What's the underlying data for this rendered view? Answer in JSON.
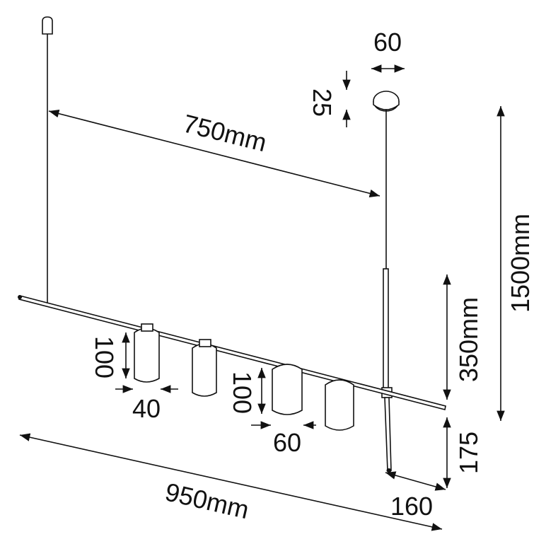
{
  "diagram": {
    "title": "Pendant lamp dimensions",
    "labels": {
      "canopy_width": "60",
      "canopy_height": "25",
      "wire_spacing": "750mm",
      "total_height": "1500mm",
      "rod_upper": "350mm",
      "rod_lower": "175",
      "rod_offset": "160",
      "bar_length": "950mm",
      "shade_height_1": "100",
      "shade_width_1": "40",
      "shade_height_2": "100",
      "shade_width_2": "60"
    },
    "colors": {
      "line": "#111111",
      "background": "#ffffff"
    }
  }
}
